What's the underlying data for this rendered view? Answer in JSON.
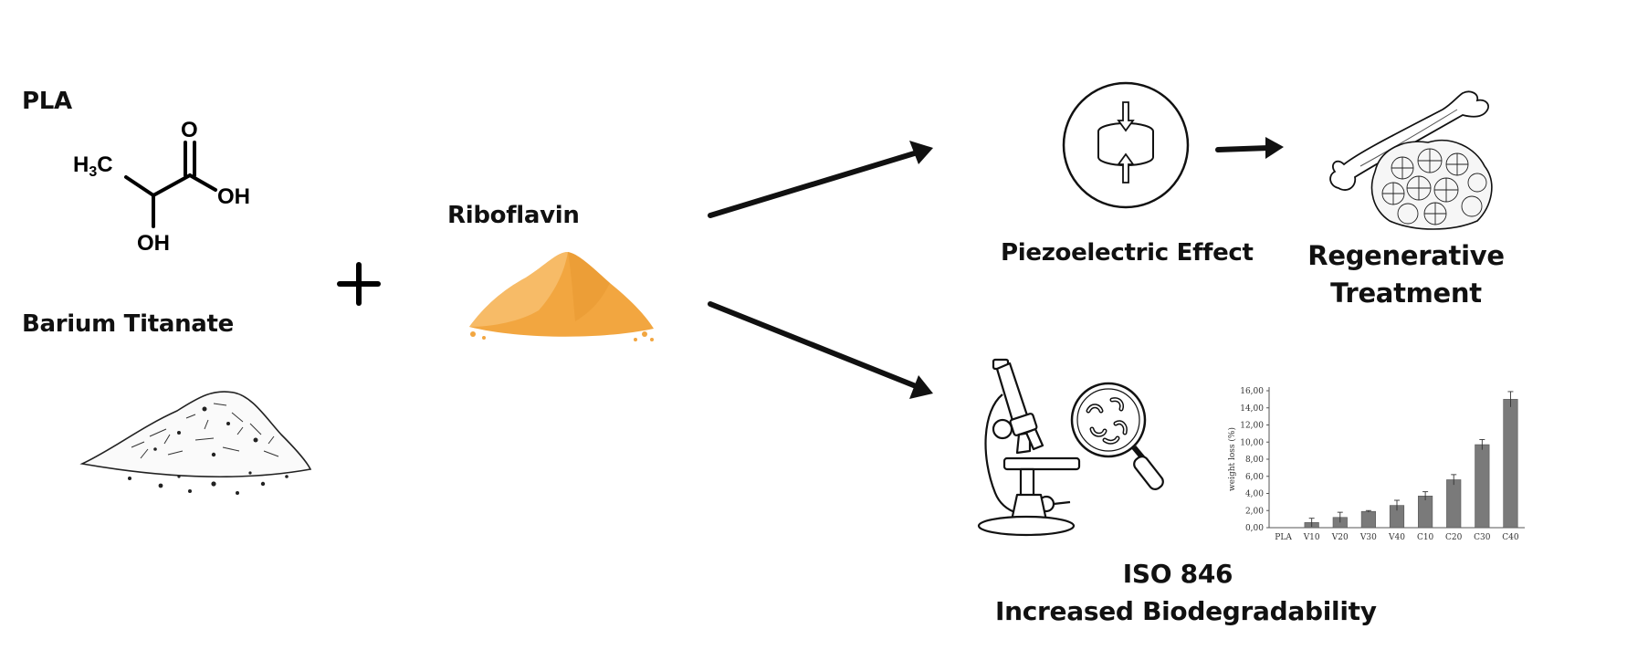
{
  "labels": {
    "pla": "PLA",
    "barium_titanate": "Barium Titanate",
    "riboflavin": "Riboflavin",
    "piezoelectric": "Piezoelectric Effect",
    "regenerative_line1": "Regenerative",
    "regenerative_line2": "Treatment",
    "iso_line1": "ISO 846",
    "iso_line2": "Increased Biodegradability"
  },
  "molecule": {
    "ch3": "H",
    "ch3_sub": "3",
    "ch3_c": "C",
    "o": "O",
    "oh_acid": "OH",
    "oh_alpha": "OH"
  },
  "colors": {
    "riboflavin_powder": "#f2a640",
    "bar_fill": "#7a7a7a",
    "arrow": "#111111"
  },
  "chart_data": {
    "type": "bar",
    "categories": [
      "PLA",
      "V10",
      "V20",
      "V30",
      "V40",
      "C10",
      "C20",
      "C30",
      "C40"
    ],
    "values": [
      0.0,
      0.6,
      1.2,
      1.9,
      2.6,
      3.7,
      5.6,
      9.7,
      15.0
    ],
    "errors": [
      0.0,
      0.5,
      0.6,
      0.1,
      0.6,
      0.5,
      0.6,
      0.6,
      0.9
    ],
    "ylabel": "weight loss (%)",
    "ylim": [
      0,
      16
    ],
    "yticks": [
      "0,00",
      "2,00",
      "4,00",
      "6,00",
      "8,00",
      "10,00",
      "12,00",
      "14,00",
      "16,00"
    ]
  }
}
